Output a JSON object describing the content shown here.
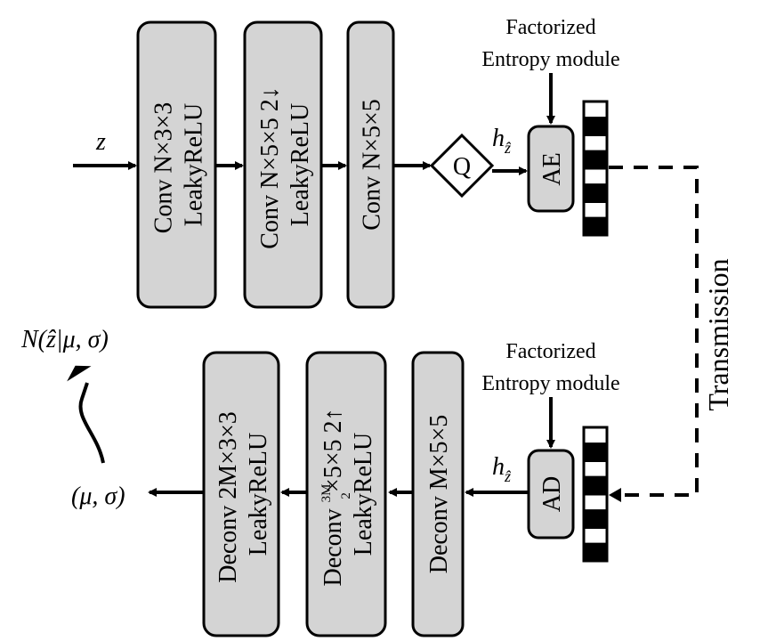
{
  "encoder": {
    "input_label": "z",
    "layers": [
      {
        "line1": "Conv N×3×3",
        "line2": "LeakyReLU"
      },
      {
        "line1": "Conv N×5×5 2↓",
        "line2": "LeakyReLU"
      },
      {
        "line1": "Conv N×5×5",
        "line2": ""
      }
    ],
    "quantizer": "Q",
    "hz_label": "h",
    "hz_sub": "ẑ",
    "entropy_coder": "AE",
    "entropy_module": {
      "line1": "Factorized",
      "line2": "Entropy  module"
    }
  },
  "transmission_label": "Transmission",
  "decoder": {
    "entropy_decoder": "AD",
    "hz_label": "h",
    "hz_sub": "ẑ",
    "entropy_module": {
      "line1": "Factorized",
      "line2": "Entropy  module"
    },
    "layers": [
      {
        "line1": "Deconv M×5×5",
        "line2": ""
      },
      {
        "prefix": "Deconv ",
        "frac_num": "3M",
        "frac_den": "2",
        "suffix": "×5×5 2↑",
        "line2": "LeakyReLU"
      },
      {
        "line1": "Deconv 2M×3×3",
        "line2": "LeakyReLU"
      }
    ],
    "output_label": "(μ, σ)",
    "distribution_label": "N(ẑ|μ, σ)"
  },
  "bitstream": {
    "pattern": [
      "white",
      "black",
      "white",
      "black",
      "white",
      "black",
      "white",
      "black"
    ]
  },
  "colors": {
    "box_fill": "#d4d4d4",
    "stroke": "#000000",
    "background": "#ffffff"
  }
}
